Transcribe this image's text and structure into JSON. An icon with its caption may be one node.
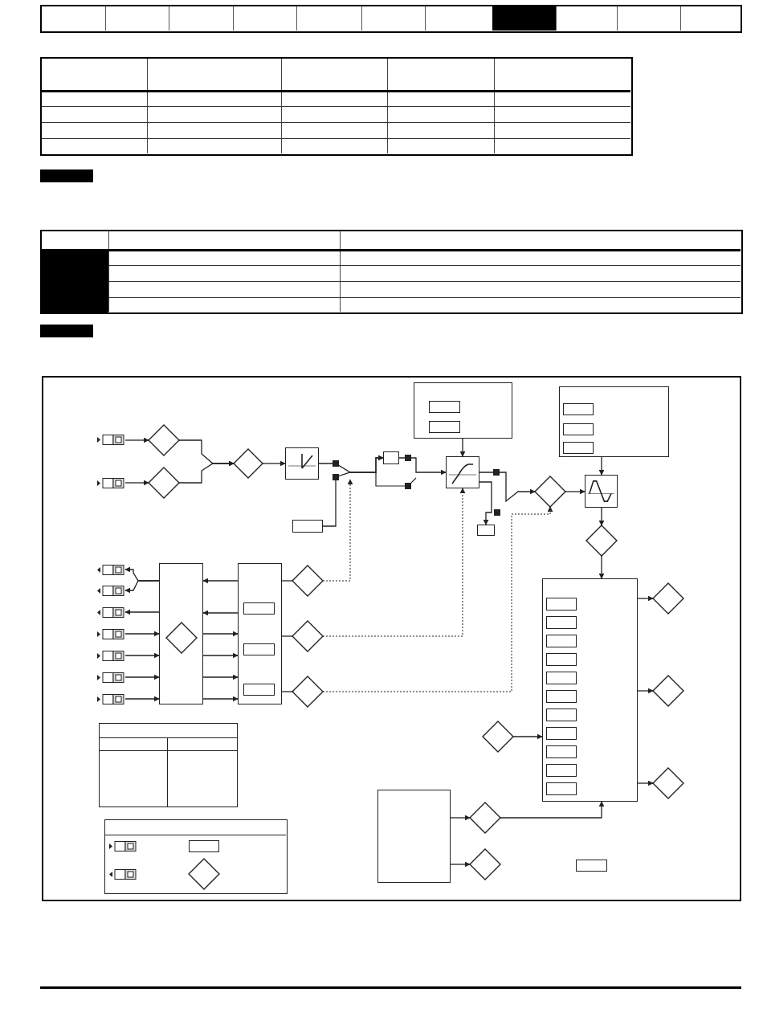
{
  "diagram": {
    "nodes": [
      {
        "text": [],
        "shape": "terminal"
      },
      {
        "text": [],
        "shape": "terminal"
      },
      {
        "text": [],
        "shape": "diamond"
      },
      {
        "text": [],
        "shape": "diamond"
      },
      {
        "text": [],
        "shape": "diamond"
      },
      {
        "text": [],
        "shape": "box"
      },
      {
        "text": [],
        "shape": "box"
      },
      {
        "text": [],
        "shape": "box"
      },
      {
        "text": [],
        "shape": "box"
      },
      {
        "text": [],
        "shape": "box",
        "in": 8
      },
      {
        "text": [],
        "shape": "box",
        "in": 8
      },
      {
        "text": [],
        "shape": "box"
      },
      {
        "text": [],
        "shape": "box"
      },
      {
        "text": [],
        "shape": "diamond"
      },
      {
        "text": [],
        "shape": "box"
      },
      {
        "text": [],
        "shape": "box",
        "in": 14
      },
      {
        "text": [],
        "shape": "box",
        "in": 14
      },
      {
        "text": [],
        "shape": "box",
        "in": 14
      },
      {
        "text": [],
        "shape": "box"
      },
      {
        "text": [],
        "shape": "diamond"
      },
      {
        "text": [],
        "shape": "box"
      },
      {
        "text": [],
        "shape": "box",
        "in": 20
      },
      {
        "text": [],
        "shape": "box",
        "in": 20
      },
      {
        "text": [],
        "shape": "box",
        "in": 20
      },
      {
        "text": [],
        "shape": "box",
        "in": 20
      },
      {
        "text": [],
        "shape": "box",
        "in": 20
      },
      {
        "text": [],
        "shape": "box",
        "in": 20
      },
      {
        "text": [],
        "shape": "box",
        "in": 20
      },
      {
        "text": [],
        "shape": "box",
        "in": 20
      },
      {
        "text": [],
        "shape": "box",
        "in": 20
      },
      {
        "text": [],
        "shape": "box",
        "in": 20
      },
      {
        "text": [],
        "shape": "box",
        "in": 20
      },
      {
        "text": [],
        "shape": "diamond"
      },
      {
        "text": [],
        "shape": "diamond"
      },
      {
        "text": [],
        "shape": "diamond"
      },
      {
        "text": [],
        "shape": "diamond"
      },
      {
        "text": [],
        "shape": "box"
      },
      {
        "text": [],
        "shape": "diamond"
      },
      {
        "text": [],
        "shape": "diamond"
      },
      {
        "text": [],
        "shape": "box"
      },
      {
        "text": [],
        "shape": "terminal"
      },
      {
        "text": [],
        "shape": "terminal"
      },
      {
        "text": [],
        "shape": "terminal"
      },
      {
        "text": [],
        "shape": "terminal"
      },
      {
        "text": [],
        "shape": "terminal"
      },
      {
        "text": [],
        "shape": "terminal"
      },
      {
        "text": [],
        "shape": "terminal"
      },
      {
        "text": [],
        "shape": "box"
      },
      {
        "text": [],
        "shape": "diamond",
        "in": 47
      },
      {
        "text": [],
        "shape": "box"
      },
      {
        "text": [],
        "shape": "box",
        "in": 49
      },
      {
        "text": [],
        "shape": "box",
        "in": 49
      },
      {
        "text": [],
        "shape": "box",
        "in": 49
      },
      {
        "text": [],
        "shape": "diamond"
      },
      {
        "text": [],
        "shape": "diamond"
      },
      {
        "text": [],
        "shape": "diamond"
      },
      {
        "text": [],
        "shape": "box"
      },
      {
        "text": [],
        "shape": "terminal",
        "in": 56
      },
      {
        "text": [],
        "shape": "terminal",
        "in": 56
      },
      {
        "text": [],
        "shape": "box",
        "in": 56
      },
      {
        "text": [],
        "shape": "diamond",
        "in": 56
      }
    ],
    "edges": [
      {
        "from": 0,
        "to": 2,
        "arrow": "to"
      },
      {
        "from": 1,
        "to": 3,
        "arrow": "to"
      },
      {
        "from": 2,
        "to": 4,
        "arrow": "to"
      },
      {
        "from": 3,
        "to": 4,
        "arrow": "to"
      },
      {
        "from": 4,
        "to": 5,
        "arrow": "to"
      },
      {
        "from": 5,
        "to": 7,
        "arrow": "to"
      },
      {
        "from": 6,
        "to": 7,
        "arrow": "to"
      },
      {
        "from": 7,
        "to": 11,
        "arrow": "to"
      },
      {
        "from": 8,
        "to": 11,
        "arrow": "to"
      },
      {
        "from": 11,
        "to": 13,
        "arrow": "to"
      },
      {
        "from": 11,
        "to": 12,
        "arrow": "to"
      },
      {
        "from": 13,
        "to": 18,
        "arrow": "to"
      },
      {
        "from": 14,
        "to": 18,
        "arrow": "to"
      },
      {
        "from": 18,
        "to": 19,
        "arrow": "to"
      },
      {
        "from": 19,
        "to": 20,
        "arrow": "to"
      },
      {
        "from": 20,
        "to": 32,
        "arrow": "to"
      },
      {
        "from": 20,
        "to": 33,
        "arrow": "to"
      },
      {
        "from": 20,
        "to": 34,
        "arrow": "to"
      },
      {
        "from": 35,
        "to": 20,
        "arrow": "to"
      },
      {
        "from": 36,
        "to": 37,
        "arrow": "to"
      },
      {
        "from": 36,
        "to": 38,
        "arrow": "to"
      },
      {
        "from": 37,
        "to": 20,
        "arrow": "to"
      },
      {
        "from": 47,
        "to": 40,
        "arrow": "to"
      },
      {
        "from": 47,
        "to": 41,
        "arrow": "to"
      },
      {
        "from": 47,
        "to": 42,
        "arrow": "to"
      },
      {
        "from": 43,
        "to": 47,
        "arrow": "to"
      },
      {
        "from": 44,
        "to": 47,
        "arrow": "to"
      },
      {
        "from": 45,
        "to": 47,
        "arrow": "to"
      },
      {
        "from": 46,
        "to": 47,
        "arrow": "to"
      },
      {
        "from": 49,
        "to": 47,
        "arrow": "to"
      },
      {
        "from": 49,
        "to": 47,
        "arrow": "to"
      },
      {
        "from": 47,
        "to": 49,
        "arrow": "to"
      },
      {
        "from": 47,
        "to": 49,
        "arrow": "to"
      },
      {
        "from": 47,
        "to": 49,
        "arrow": "to"
      },
      {
        "from": 47,
        "to": 49,
        "arrow": "to"
      },
      {
        "from": 49,
        "to": 53,
        "arrow": "none"
      },
      {
        "from": 49,
        "to": 54,
        "arrow": "none"
      },
      {
        "from": 49,
        "to": 55,
        "arrow": "none"
      },
      {
        "from": 53,
        "to": null,
        "arrow": "to",
        "style": "dashed"
      },
      {
        "from": 54,
        "to": 11,
        "arrow": "to",
        "style": "dashed"
      },
      {
        "from": 55,
        "to": 13,
        "arrow": "to",
        "style": "dashed"
      }
    ]
  }
}
